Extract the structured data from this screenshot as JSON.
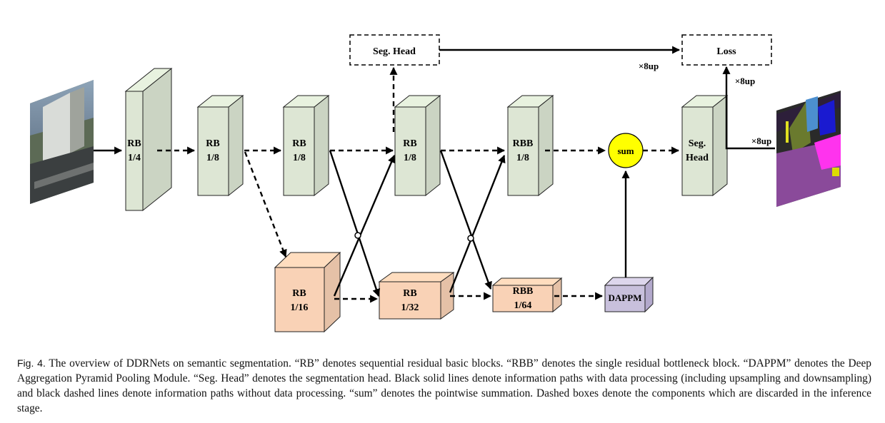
{
  "blocks": [
    {
      "id": "rb1",
      "line1": "RB",
      "line2": "1/4"
    },
    {
      "id": "rb2",
      "line1": "RB",
      "line2": "1/8"
    },
    {
      "id": "rb3",
      "line1": "RB",
      "line2": "1/8"
    },
    {
      "id": "rb4",
      "line1": "RB",
      "line2": "1/8"
    },
    {
      "id": "rbb5",
      "line1": "RBB",
      "line2": "1/8"
    },
    {
      "id": "seghead_main",
      "line1": "Seg.",
      "line2": "Head"
    },
    {
      "id": "rb_low1",
      "line1": "RB",
      "line2": "1/16"
    },
    {
      "id": "rb_low2",
      "line1": "RB",
      "line2": "1/32"
    },
    {
      "id": "rbb_low3",
      "line1": "RBB",
      "line2": "1/64"
    }
  ],
  "nodes": {
    "seg_head_aux": "Seg. Head",
    "loss": "Loss",
    "sum": "sum",
    "dappm": "DAPPM"
  },
  "upsample_labels": [
    "×8up",
    "×8up",
    "×8up"
  ],
  "colors": {
    "high_block": "#dde6d4",
    "low_block": "#f9d2b6",
    "dappm": "#c8c0dc",
    "sum": "#ffff00"
  },
  "caption": {
    "lead": "Fig. 4.",
    "text": "The overview of DDRNets on semantic segmentation. “RB” denotes sequential residual basic blocks. “RBB” denotes the single residual bottleneck block. “DAPPM” denotes the Deep Aggregation Pyramid Pooling Module. “Seg. Head” denotes the segmentation head. Black solid lines denote information paths with data processing (including upsampling and downsampling) and black dashed lines denote information paths without data processing. “sum” denotes the pointwise summation. Dashed boxes denote the components which are discarded in the inference stage."
  }
}
